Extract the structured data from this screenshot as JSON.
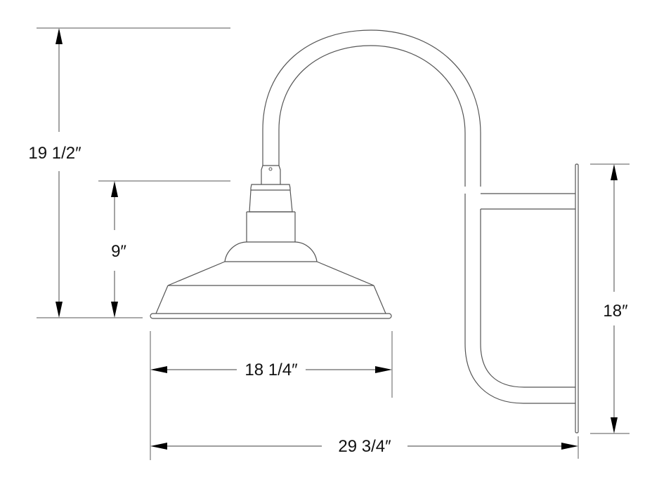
{
  "diagram": {
    "subject": "Gooseneck wall-mount barn light",
    "colors": {
      "background": "#ffffff",
      "outline": "#555555",
      "dimension_line": "#666666",
      "arrowhead": "#000000",
      "label_text": "#111111"
    },
    "dimensions": {
      "overall_height": {
        "label": "19 1/2″"
      },
      "shade_height": {
        "label": "9″"
      },
      "shade_width": {
        "label": "18 1/4″"
      },
      "overall_projection": {
        "label": "29 3/4″"
      },
      "backplate_height": {
        "label": "18″"
      }
    },
    "parts": [
      "gooseneck-arm",
      "socket-collar",
      "shade",
      "shade-rim",
      "support-brace",
      "wall-backplate"
    ]
  }
}
